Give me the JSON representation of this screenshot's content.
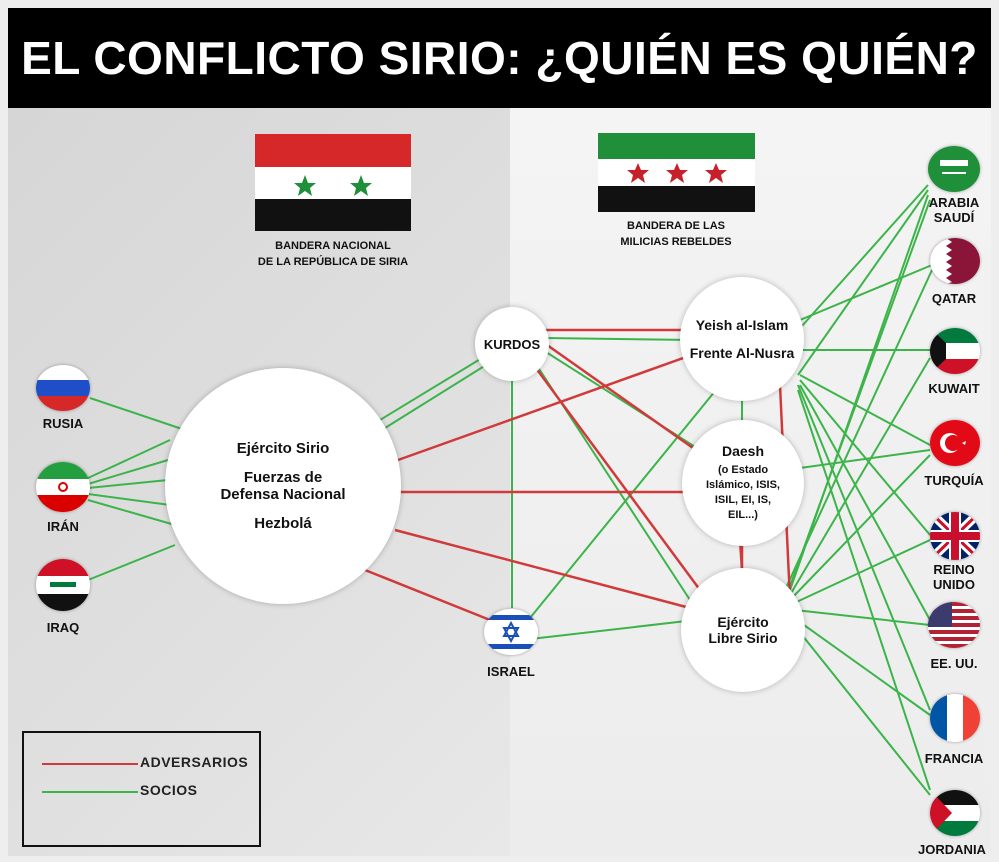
{
  "title": "EL CONFLICTO SIRIO: ¿QUIÉN ES QUIÉN?",
  "flags": {
    "syria_caption": [
      "BANDERA NACIONAL",
      "DE LA REPÚBLICA DE SIRIA"
    ],
    "rebel_caption": [
      "BANDERA DE LAS",
      "MILICIAS REBELDES"
    ]
  },
  "nodes": {
    "ejercito_sirio": [
      "Ejército Sirio",
      "Fuerzas de",
      "Defensa Nacional",
      "Hezbolá"
    ],
    "kurdos": "KURDOS",
    "yeish": "Yeish al-Islam",
    "nusra": "Frente Al-Nusra",
    "daesh_title": "Daesh",
    "daesh_sub": [
      "(o Estado",
      "Islámico, ISIS,",
      "ISIL, EI, IS,",
      "EIL...)"
    ],
    "esl": [
      "Ejército",
      "Libre Sirio"
    ],
    "israel": "ISRAEL"
  },
  "countries_left": {
    "rusia": "RUSIA",
    "iran": "IRÁN",
    "iraq": "IRAQ"
  },
  "countries_right": {
    "arabia": [
      "ARABIA",
      "SAUDÍ"
    ],
    "qatar": "QATAR",
    "kuwait": "KUWAIT",
    "turquia": "TURQUÍA",
    "reino": [
      "REINO",
      "UNIDO"
    ],
    "eeuu": "EE. UU.",
    "francia": "FRANCIA",
    "jordania": "JORDANIA"
  },
  "legend": {
    "adversarios": "ADVERSARIOS",
    "socios": "SOCIOS"
  },
  "colors": {
    "adversary_line": "#d03a3a",
    "partner_line": "#3cb44a"
  }
}
